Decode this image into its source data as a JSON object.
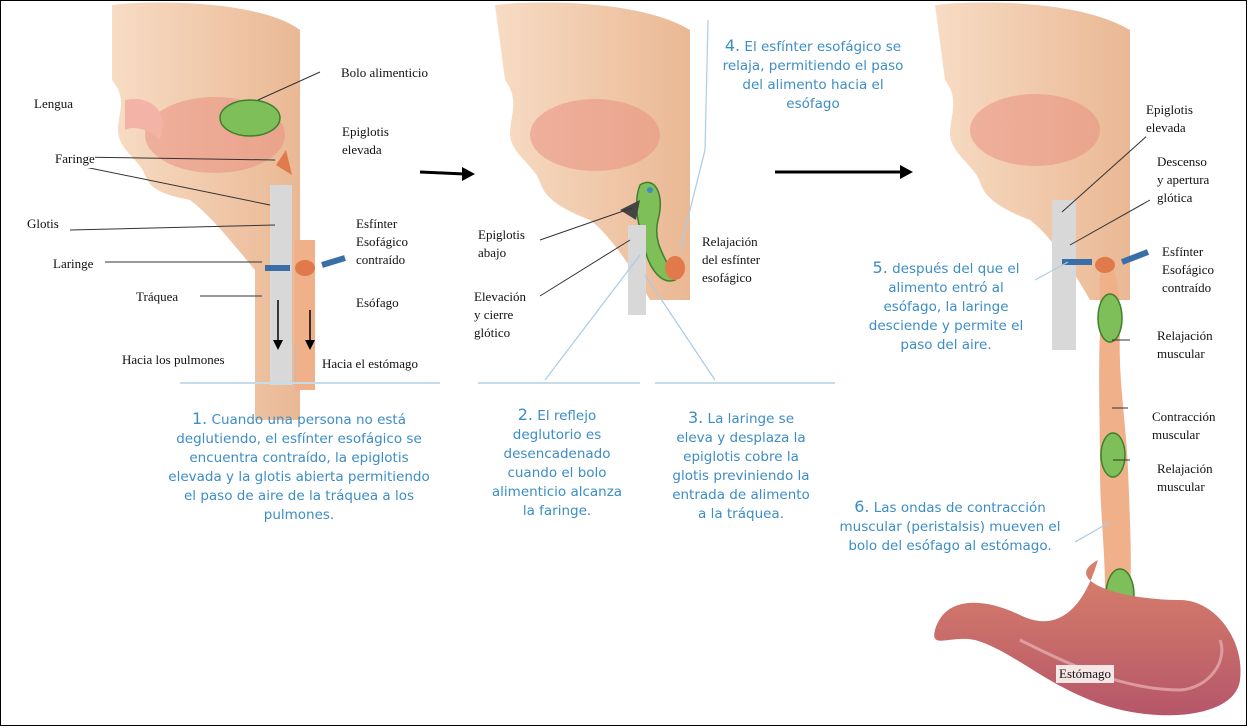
{
  "labels": {
    "bolo": "Bolo alimenticio",
    "lengua": "Lengua",
    "faringe": "Faringe",
    "epiglotis_elevada_1": "Epiglotis\nelevada",
    "glotis": "Glotis",
    "esfinter_contraido_1": "Esfínter\nEsofágico\ncontraído",
    "laringe": "Laringe",
    "traquea": "Tráquea",
    "esofago": "Esófago",
    "hacia_pulmones": "Hacia los pulmones",
    "hacia_estomago": "Hacia el estómago",
    "epiglotis_abajo": "Epiglotis\nabajo",
    "elevacion_cierre": "Elevación\ny cierre\nglótico",
    "relajacion_esfinter": "Relajación\ndel esfínter\nesofágico",
    "epiglotis_elevada_3": "Epiglotis\nelevada",
    "descenso_apertura": "Descenso\ny apertura\nglótica",
    "esfinter_contraido_3": "Esfínter\nEsofágico\ncontraído",
    "relajacion_muscular_1": "Relajación\nmuscular",
    "contraccion_muscular": "Contracción\nmuscular",
    "relajacion_muscular_2": "Relajación\nmuscular",
    "estomago": "Estómago"
  },
  "steps": {
    "s1": {
      "num": "1.",
      "text": " Cuando una persona no está deglutiendo, el esfínter esofágico se encuentra contraído, la epiglotis elevada y la glotis abierta permitiendo el paso de aire de la tráquea a los pulmones."
    },
    "s2": {
      "num": "2.",
      "text": "  El reflejo deglutorio es desencadenado cuando el bolo alimenticio alcanza la faringe."
    },
    "s3": {
      "num": "3.",
      "text": " La laringe se eleva y desplaza la epiglotis cobre la glotis previniendo la entrada de alimento a la tráquea."
    },
    "s4": {
      "num": "4.",
      "text": " El esfínter esofágico se relaja, permitiendo el paso del alimento hacia el esófago"
    },
    "s5": {
      "num": "5.",
      "text": " después del que el alimento entró al esófago, la laringe desciende y permite el paso del aire."
    },
    "s6": {
      "num": "6.",
      "text": " Las ondas de contracción muscular (peristalsis) mueven el bolo del esófago al estómago."
    }
  },
  "colors": {
    "caption": "#3c8dc5",
    "tissue": "#f2c7a6",
    "bolus": "#7fbf5a",
    "airway": "#d8d8d8",
    "muscle": "#e07a4a"
  }
}
